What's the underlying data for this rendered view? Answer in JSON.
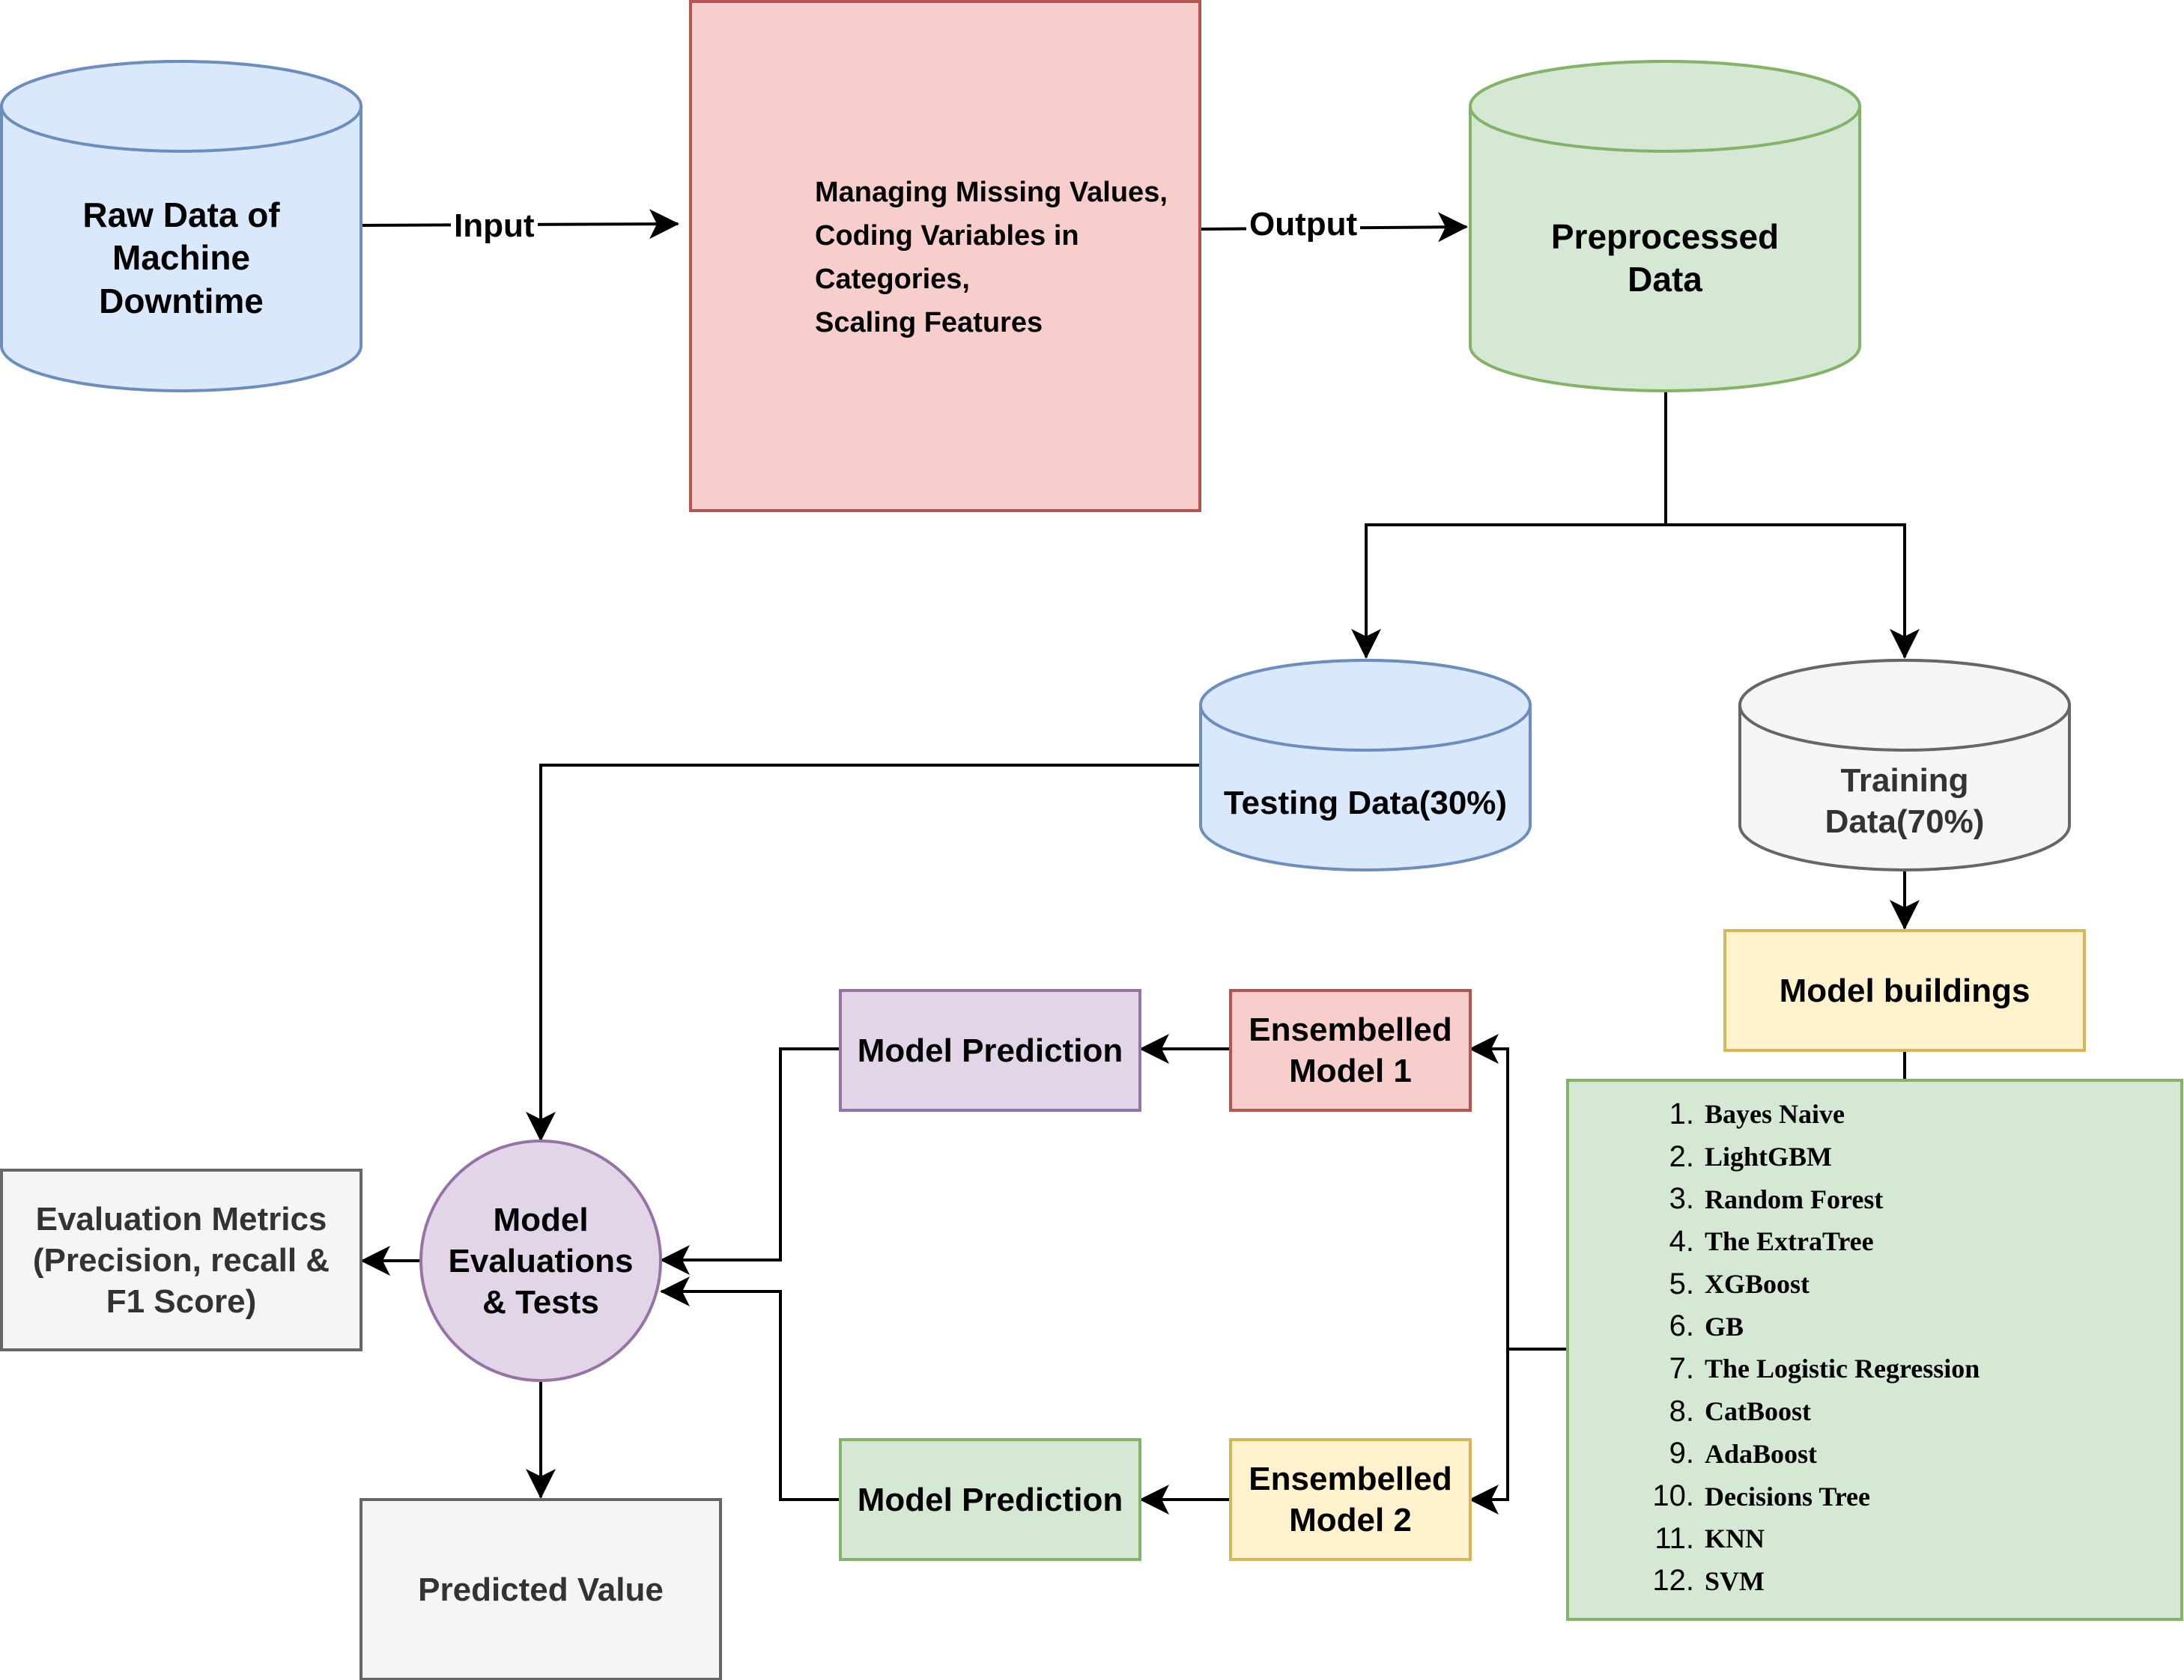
{
  "nodes": {
    "raw_data": "Raw Data of Machine Downtime",
    "preprocessing_steps": [
      "Managing Missing Values,",
      "Coding Variables in",
      "Categories,",
      "Scaling Features"
    ],
    "preprocessed_data": "Preprocessed Data",
    "testing_data": "Testing Data(30%)",
    "training_data": "Training Data(70%)",
    "model_buildings": "Model buildings",
    "models": [
      "Bayes Naive",
      "LightGBM",
      "Random Forest",
      "The ExtraTree",
      "XGBoost",
      "GB",
      "The Logistic Regression",
      "CatBoost",
      "AdaBoost",
      "Decisions Tree",
      "KNN",
      "SVM"
    ],
    "ensembled_model_1": "Ensembelled Model 1",
    "ensembled_model_2": "Ensembelled Model 2",
    "model_prediction_1": "Model Prediction",
    "model_prediction_2": "Model Prediction",
    "model_evaluations": "Model Evaluations & Tests",
    "evaluation_metrics": "Evaluation Metrics (Precision, recall & F1 Score)",
    "predicted_value": "Predicted Value"
  },
  "edges": {
    "input_label": "Input",
    "output_label": "Output"
  },
  "colors": {
    "blue_fill": "#dae8fc",
    "blue_stroke": "#6c8ebf",
    "red_fill": "#f8cecc",
    "red_stroke": "#b85450",
    "green_fill": "#d5e8d4",
    "green_stroke": "#82b366",
    "grey_fill": "#f5f5f5",
    "grey_stroke": "#666666",
    "yellow_fill": "#fff2cc",
    "yellow_stroke": "#d6b656",
    "purple_fill": "#e1d5e7",
    "purple_stroke": "#9673a6"
  }
}
